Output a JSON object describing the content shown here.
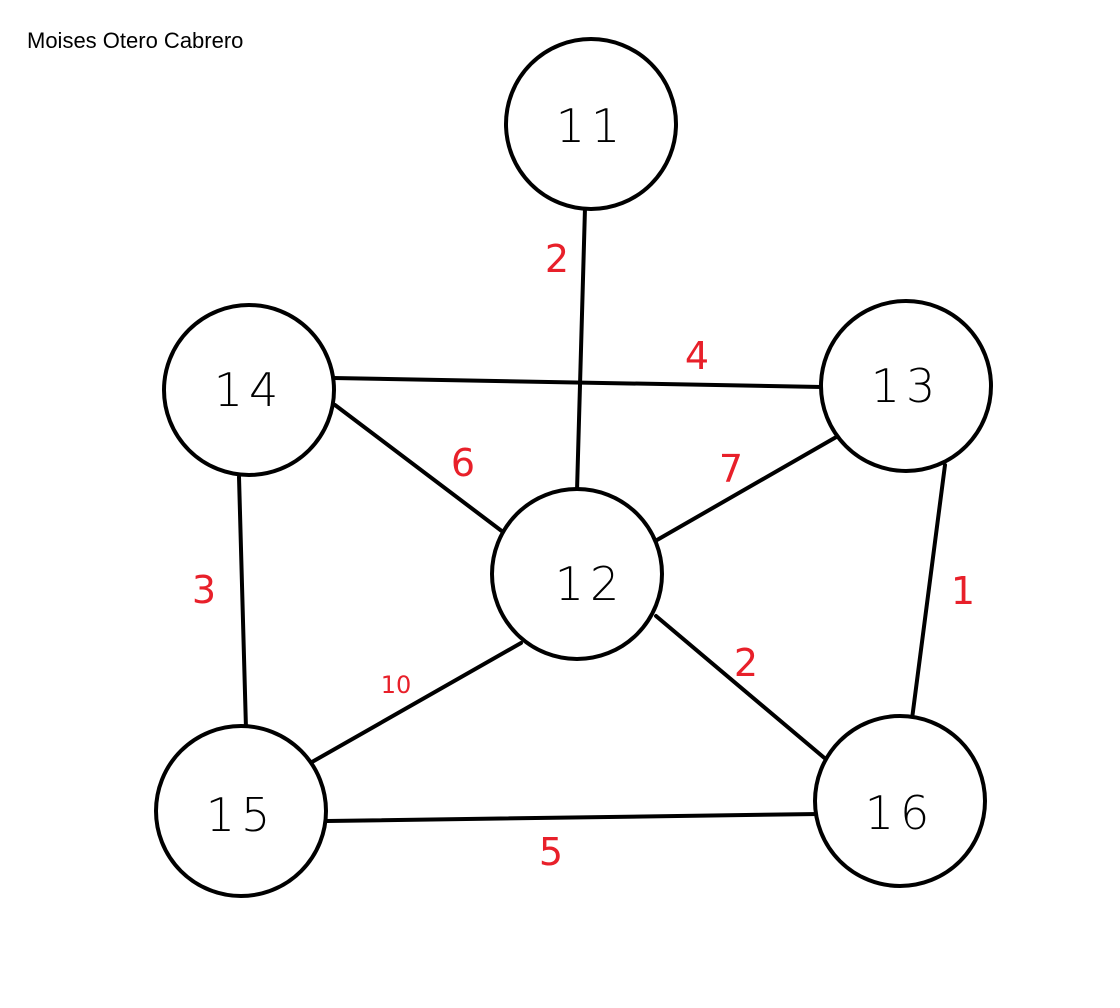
{
  "author": "Moises Otero Cabrero",
  "colors": {
    "node_stroke": "#000000",
    "edge": "#000000",
    "weight": "#e8202a",
    "background": "#ffffff"
  },
  "nodes": [
    {
      "id": "n11",
      "label": "11"
    },
    {
      "id": "n14",
      "label": "14"
    },
    {
      "id": "n13",
      "label": "13"
    },
    {
      "id": "n12",
      "label": "12"
    },
    {
      "id": "n15",
      "label": "15"
    },
    {
      "id": "n16",
      "label": "16"
    }
  ],
  "edges": [
    {
      "from": "11",
      "to": "12",
      "weight": "2"
    },
    {
      "from": "14",
      "to": "13",
      "weight": "4"
    },
    {
      "from": "14",
      "to": "12",
      "weight": "6"
    },
    {
      "from": "13",
      "to": "12",
      "weight": "7"
    },
    {
      "from": "14",
      "to": "15",
      "weight": "3"
    },
    {
      "from": "13",
      "to": "16",
      "weight": "1"
    },
    {
      "from": "12",
      "to": "15",
      "weight": "10"
    },
    {
      "from": "12",
      "to": "16",
      "weight": "2"
    },
    {
      "from": "15",
      "to": "16",
      "weight": "5"
    }
  ]
}
